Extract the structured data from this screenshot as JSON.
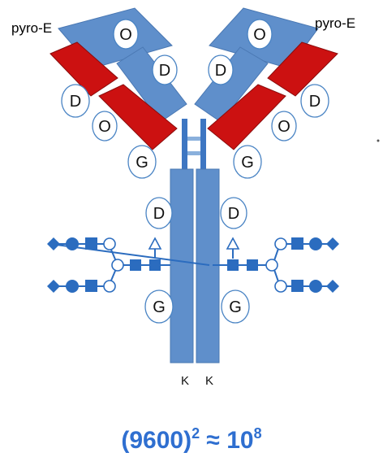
{
  "diagram": {
    "labels": {
      "pyro_left": "pyro-E",
      "pyro_right": "pyro-E",
      "o": "O",
      "d": "D",
      "g": "G",
      "k": "K"
    },
    "formula": {
      "base": "(9600)",
      "exp1": "2",
      "approx": " ≈ 10",
      "exp2": "8"
    },
    "colors": {
      "chain_blue": "#5f8fcb",
      "chain_red": "#cc1111",
      "glycan_blue": "#2b6cbf",
      "formula_blue": "#2f6fd0"
    }
  }
}
